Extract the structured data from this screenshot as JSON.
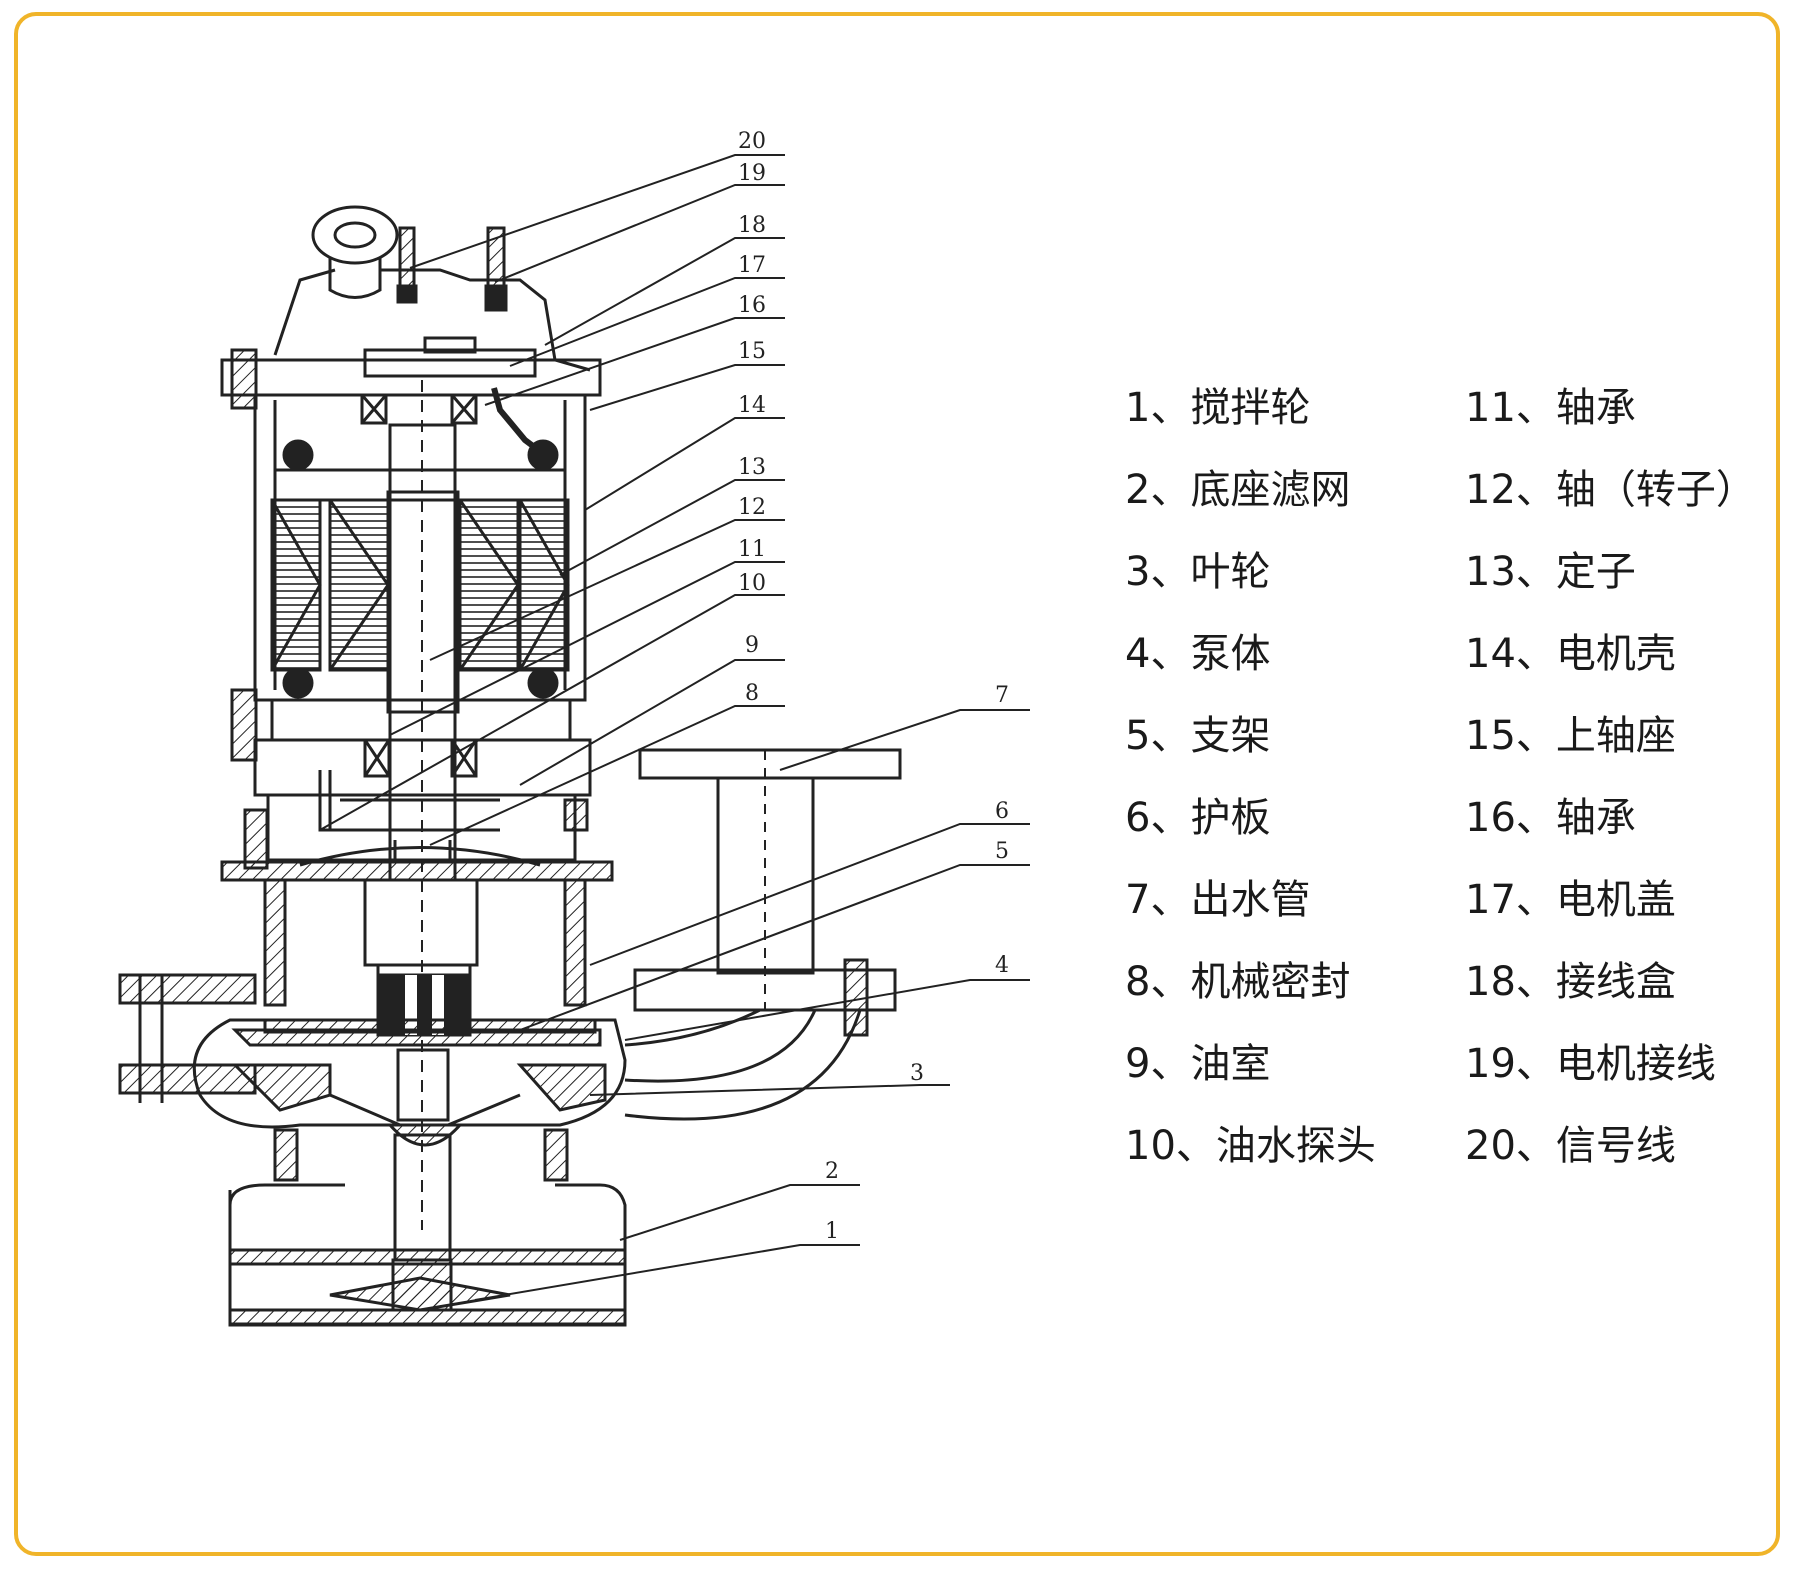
{
  "legend": {
    "columns": [
      [
        "1、搅拌轮",
        "2、底座滤网",
        "3、叶轮",
        "4、泵体",
        "5、支架",
        "6、护板",
        "7、出水管",
        "8、机械密封",
        "9、油室",
        "10、油水探头"
      ],
      [
        "11、轴承",
        "12、轴（转子）",
        "13、定子",
        "14、电机壳",
        "15、上轴座",
        "16、轴承",
        "17、电机盖",
        "18、接线盒",
        "19、电机接线",
        "20、信号线"
      ]
    ]
  },
  "callouts": [
    "20",
    "19",
    "18",
    "17",
    "16",
    "15",
    "14",
    "13",
    "12",
    "11",
    "10",
    "9",
    "8",
    "7",
    "6",
    "5",
    "4",
    "3",
    "2",
    "1"
  ],
  "colors": {
    "frame_border": "#f0b429",
    "line": "#222222",
    "text": "#1a1a1a"
  }
}
